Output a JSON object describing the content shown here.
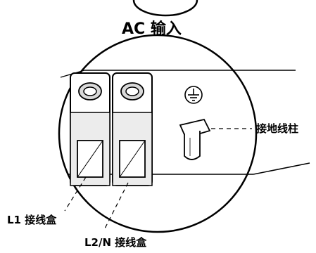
{
  "title": "AC 输入",
  "callouts": {
    "ground_stud": "接地线柱",
    "l1_box": "L1 接线盒",
    "l2n_box": "L2/N 接线盒"
  },
  "icons": [
    "ground-symbol-icon"
  ],
  "colors": {
    "line": "#000000",
    "background": "#ffffff",
    "terminal_shade": "#d9d9d9"
  }
}
